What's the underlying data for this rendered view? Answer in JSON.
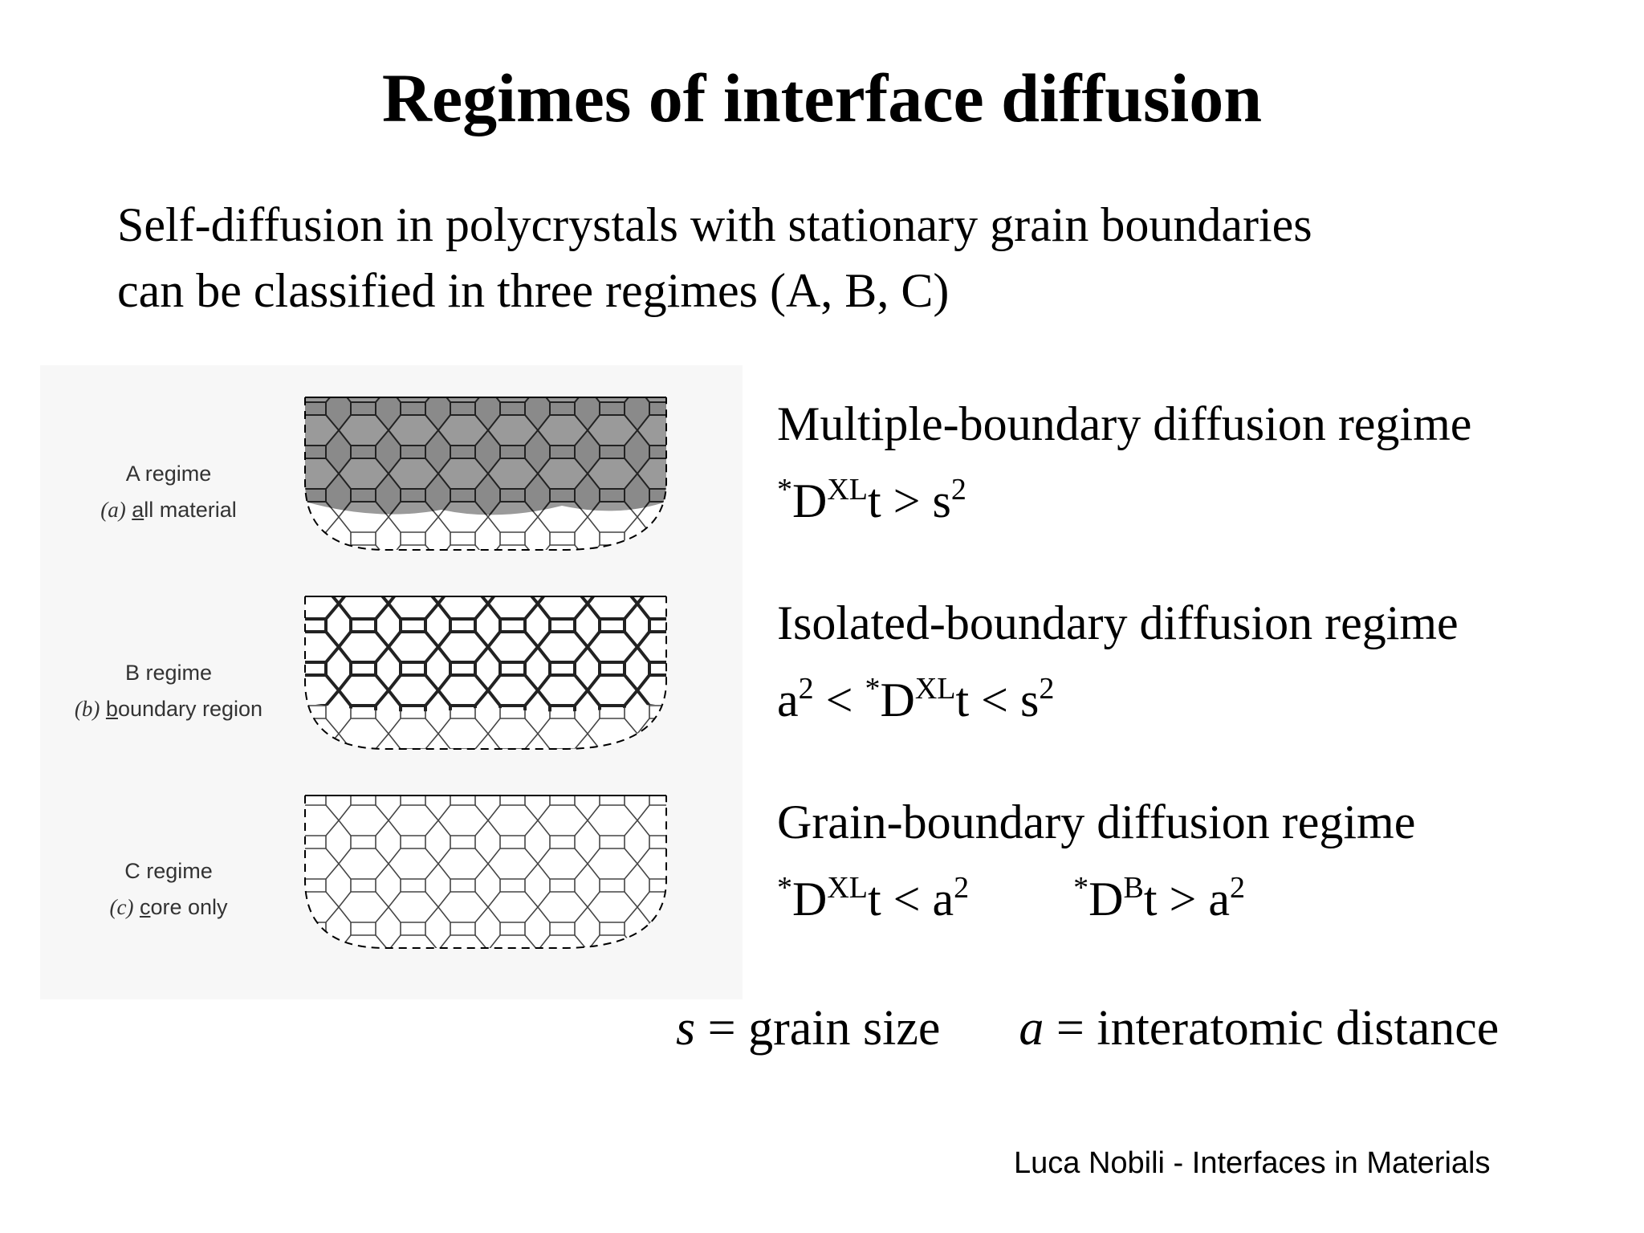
{
  "title": "Regimes of interface diffusion",
  "intro": {
    "line1": "Self-diffusion in polycrystals with stationary grain boundaries",
    "line2": "can be classified in three regimes (A, B, C)"
  },
  "figure": {
    "panels": [
      {
        "regime": "A regime",
        "letter": "(a)",
        "underlined": "a",
        "rest": "ll material"
      },
      {
        "regime": "B regime",
        "letter": "(b)",
        "underlined": "b",
        "rest": "oundary region"
      },
      {
        "regime": "C regime",
        "letter": "(c)",
        "underlined": "c",
        "rest": "ore only"
      }
    ]
  },
  "regimes": [
    {
      "name": "Multiple-boundary diffusion regime",
      "f1": "*",
      "f2": "D",
      "f3": "XL",
      "f4": "t > s",
      "f5": "2"
    },
    {
      "name": "Isolated-boundary diffusion regime",
      "g1": "a",
      "g2": "2",
      "g3": " < ",
      "g4": "*",
      "g5": "D",
      "g6": "XL",
      "g7": "t < s",
      "g8": "2"
    },
    {
      "name": "Grain-boundary diffusion regime",
      "h1": "*",
      "h2": "D",
      "h3": "XL",
      "h4": "t < a",
      "h5": "2",
      "h6": "*",
      "h7": "D",
      "h8": "B",
      "h9": "t > a",
      "h10": "2"
    }
  ],
  "definitions": {
    "s_var": "s",
    "s_text": " = grain size",
    "a_var": "a",
    "a_text": " = interatomic distance"
  },
  "footer": "Luca Nobili - Interfaces in Materials"
}
